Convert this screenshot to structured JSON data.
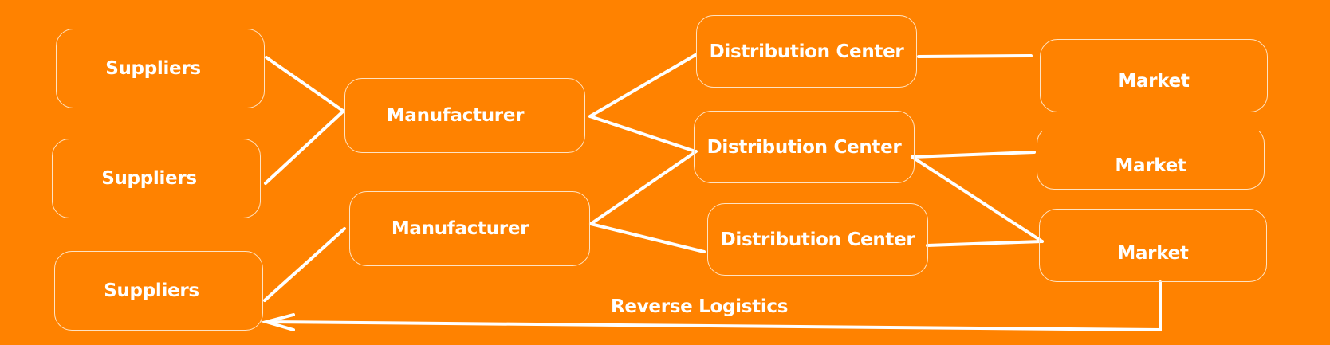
{
  "diagram": {
    "nodes": [
      {
        "id": "s1",
        "label": "Suppliers"
      },
      {
        "id": "s2",
        "label": "Suppliers"
      },
      {
        "id": "s3",
        "label": "Suppliers"
      },
      {
        "id": "m1",
        "label": "Manufacturer"
      },
      {
        "id": "m2",
        "label": "Manufacturer"
      },
      {
        "id": "d1",
        "label": "Distribution Center"
      },
      {
        "id": "d2",
        "label": "Distribution Center"
      },
      {
        "id": "d3",
        "label": "Distribution Center"
      },
      {
        "id": "k1",
        "label": "Market"
      },
      {
        "id": "k2",
        "label": "Market"
      },
      {
        "id": "k3",
        "label": "Market"
      }
    ],
    "edges": [
      {
        "from": "s1",
        "to": "m1"
      },
      {
        "from": "s2",
        "to": "m1"
      },
      {
        "from": "s3",
        "to": "m2"
      },
      {
        "from": "m1",
        "to": "d1"
      },
      {
        "from": "m1",
        "to": "d2"
      },
      {
        "from": "m2",
        "to": "d2"
      },
      {
        "from": "m2",
        "to": "d3"
      },
      {
        "from": "d1",
        "to": "k1"
      },
      {
        "from": "d2",
        "to": "k2"
      },
      {
        "from": "d2",
        "to": "k3"
      },
      {
        "from": "d3",
        "to": "k3"
      },
      {
        "from": "k3",
        "to": "s3",
        "arrow": true,
        "label": "Reverse Logistics"
      }
    ],
    "reverse_label": "Reverse Logistics",
    "colors": {
      "background": "#FF8200",
      "line": "#FFFFFF",
      "border": "#FFE3C2"
    }
  }
}
